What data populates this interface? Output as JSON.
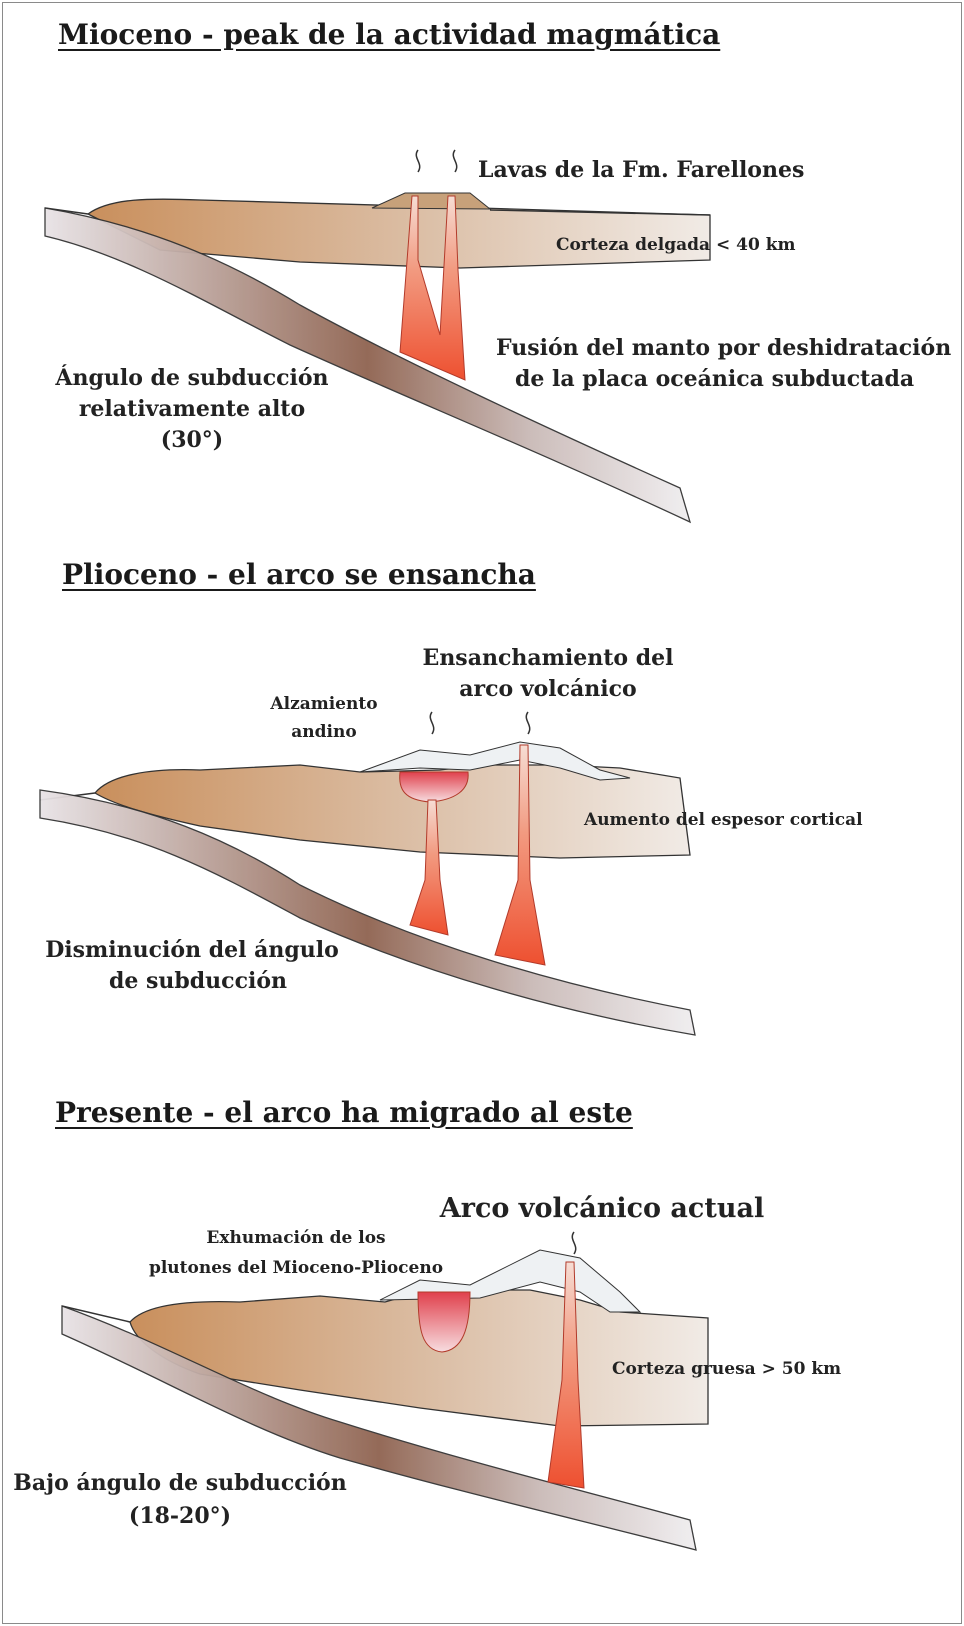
{
  "panels": [
    {
      "title": "Mioceno - peak de la actividad magmática",
      "labels": {
        "lavas": "Lavas de la Fm. Farellones",
        "corteza": "Corteza delgada < 40 km",
        "fusion_1": "Fusión del manto por deshidratación",
        "fusion_2": "de la placa oceánica subductada",
        "angulo_1": "Ángulo de subducción",
        "angulo_2": "relativamente alto",
        "angulo_3": "(30°)"
      }
    },
    {
      "title": "Plioceno - el arco se ensancha",
      "labels": {
        "ensanch_1": "Ensanchamiento del",
        "ensanch_2": "arco volcánico",
        "alz_1": "Alzamiento",
        "alz_2": "andino",
        "aumento": "Aumento del espesor cortical",
        "dismin_1": "Disminución del ángulo",
        "dismin_2": "de subducción"
      }
    },
    {
      "title": "Presente - el arco ha migrado al este",
      "labels": {
        "arco": "Arco volcánico actual",
        "exhum_1": "Exhumación de los",
        "exhum_2": "plutones del Mioceno-Plioceno",
        "corteza": "Corteza gruesa > 50 km",
        "bajo_1": "Bajo ángulo de subducción",
        "bajo_2": "(18-20°)"
      }
    }
  ]
}
